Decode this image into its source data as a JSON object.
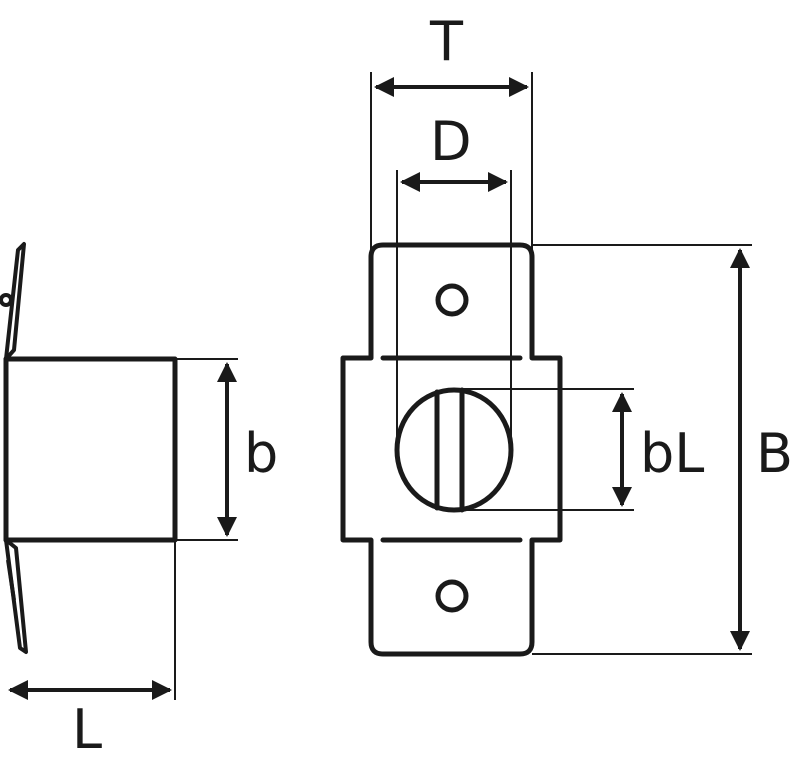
{
  "labels": {
    "T": "T",
    "D": "D",
    "b": "b",
    "bL": "bL",
    "B": "B",
    "L": "L"
  },
  "colors": {
    "stroke": "#1a1a1a",
    "background": "#ffffff"
  }
}
